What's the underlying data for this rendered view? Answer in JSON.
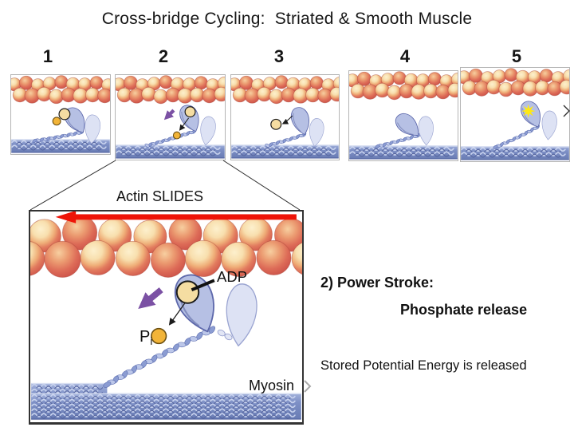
{
  "title": "Cross-bridge Cycling:  Striated & Smooth Muscle",
  "panels": [
    {
      "number": "1",
      "state": "bound-adp-pi"
    },
    {
      "number": "2",
      "state": "power-stroke"
    },
    {
      "number": "3",
      "state": "adp-release"
    },
    {
      "number": "4",
      "state": "rigor"
    },
    {
      "number": "5",
      "state": "cocked-energized"
    }
  ],
  "detail": {
    "actin_label": "Actin SLIDES",
    "adp_label": "ADP",
    "pi_label": {
      "main": "P",
      "sub": "i"
    },
    "myosin_label": "Myosin"
  },
  "annotations": {
    "step_title": "2) Power Stroke:",
    "step_subtitle": "Phosphate release",
    "note": "Stored Potential Energy is released"
  },
  "colors": {
    "red_arrow": "#ee1408",
    "purple_arrow": "#7b51a4",
    "actin_cream": "#f8dfae",
    "actin_stroke": "rgba(170,70,55,0.5)",
    "head_fill": "#b6c0e4",
    "head_stroke": "#5d68ab",
    "ghost_fill": "#dde2f4",
    "ghost_stroke": "#9aa4d1",
    "rope_light": "#c9d3ee",
    "rope_dark": "#56659f",
    "twist_light": "#bcc7e9",
    "twist_mid": "#8b9cd2",
    "twist_stroke": "#5b6caf",
    "adp_fill": "#f5dda2",
    "adp_stroke": "#1a1a1a",
    "pi_fill": "#f2b438",
    "pi_stroke": "#6b4f12",
    "star": "#ffe912",
    "callout": "#2b2b2b",
    "text": "#161616"
  }
}
